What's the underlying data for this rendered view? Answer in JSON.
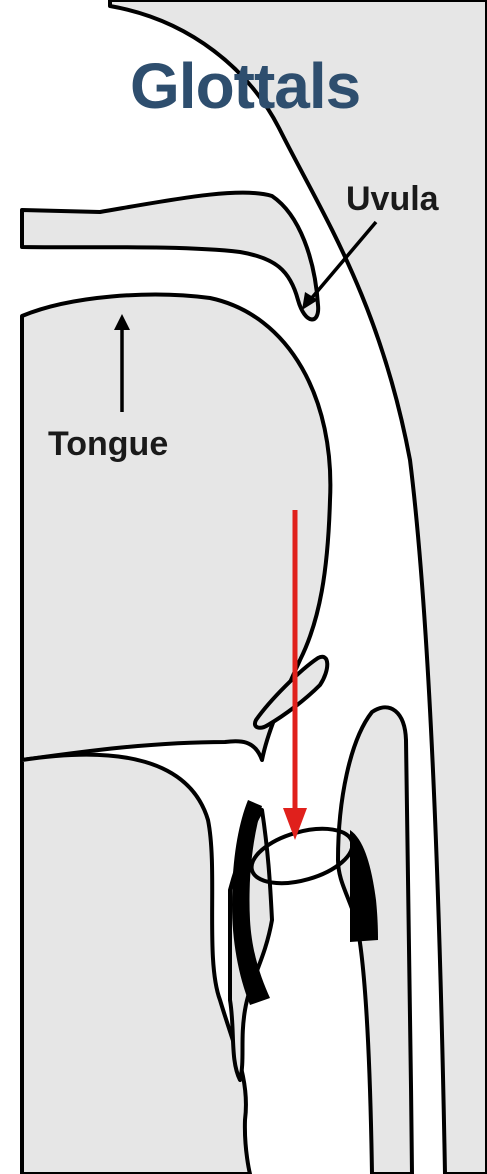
{
  "title": "Glottals",
  "labels": {
    "uvula": "Uvula",
    "tongue": "Tongue"
  },
  "colors": {
    "title": "#2e4e6e",
    "tissue": "#e6e6e6",
    "airway": "#ffffff",
    "outline": "#000000",
    "cartilage": "#000000",
    "arrow": "#e0201c"
  }
}
